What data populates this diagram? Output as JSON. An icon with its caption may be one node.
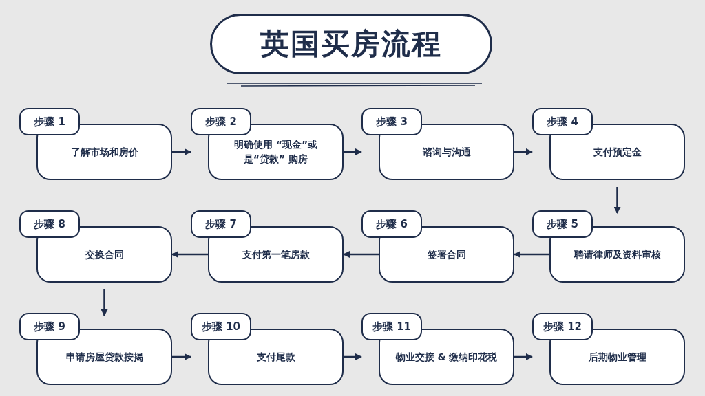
{
  "diagram": {
    "title": "英国买房流程",
    "nodes": [
      {
        "text": [
          "步骤 1",
          "了解市场和房价"
        ]
      },
      {
        "text": [
          "步骤 2",
          "明确使用 “现金”或是“贷款” 购房"
        ]
      },
      {
        "text": [
          "步骤 3",
          "谘询与沟通"
        ]
      },
      {
        "text": [
          "步骤 4",
          "支付预定金"
        ]
      },
      {
        "text": [
          "步骤 5",
          "聘请律师及资料审核"
        ]
      },
      {
        "text": [
          "步骤 6",
          "签署合同"
        ]
      },
      {
        "text": [
          "步骤 7",
          "支付第一笔房款"
        ]
      },
      {
        "text": [
          "步骤 8",
          "交换合同"
        ]
      },
      {
        "text": [
          "步骤 9",
          "申请房屋贷款按揭"
        ]
      },
      {
        "text": [
          "步骤 10",
          "支付尾款"
        ]
      },
      {
        "text": [
          "步骤 11",
          "物业交接 & 缴纳印花税"
        ]
      },
      {
        "text": [
          "步骤 12",
          "后期物业管理"
        ]
      }
    ],
    "edges": [
      {
        "from": 0,
        "to": 1,
        "arrow": "to"
      },
      {
        "from": 1,
        "to": 2,
        "arrow": "to"
      },
      {
        "from": 2,
        "to": 3,
        "arrow": "to"
      },
      {
        "from": 3,
        "to": 4,
        "arrow": "to"
      },
      {
        "from": 4,
        "to": 5,
        "arrow": "to"
      },
      {
        "from": 5,
        "to": 6,
        "arrow": "to"
      },
      {
        "from": 6,
        "to": 7,
        "arrow": "to"
      },
      {
        "from": 7,
        "to": 8,
        "arrow": "to"
      },
      {
        "from": 8,
        "to": 9,
        "arrow": "to"
      },
      {
        "from": 9,
        "to": 10,
        "arrow": "to"
      },
      {
        "from": 10,
        "to": 11,
        "arrow": "to"
      }
    ]
  }
}
